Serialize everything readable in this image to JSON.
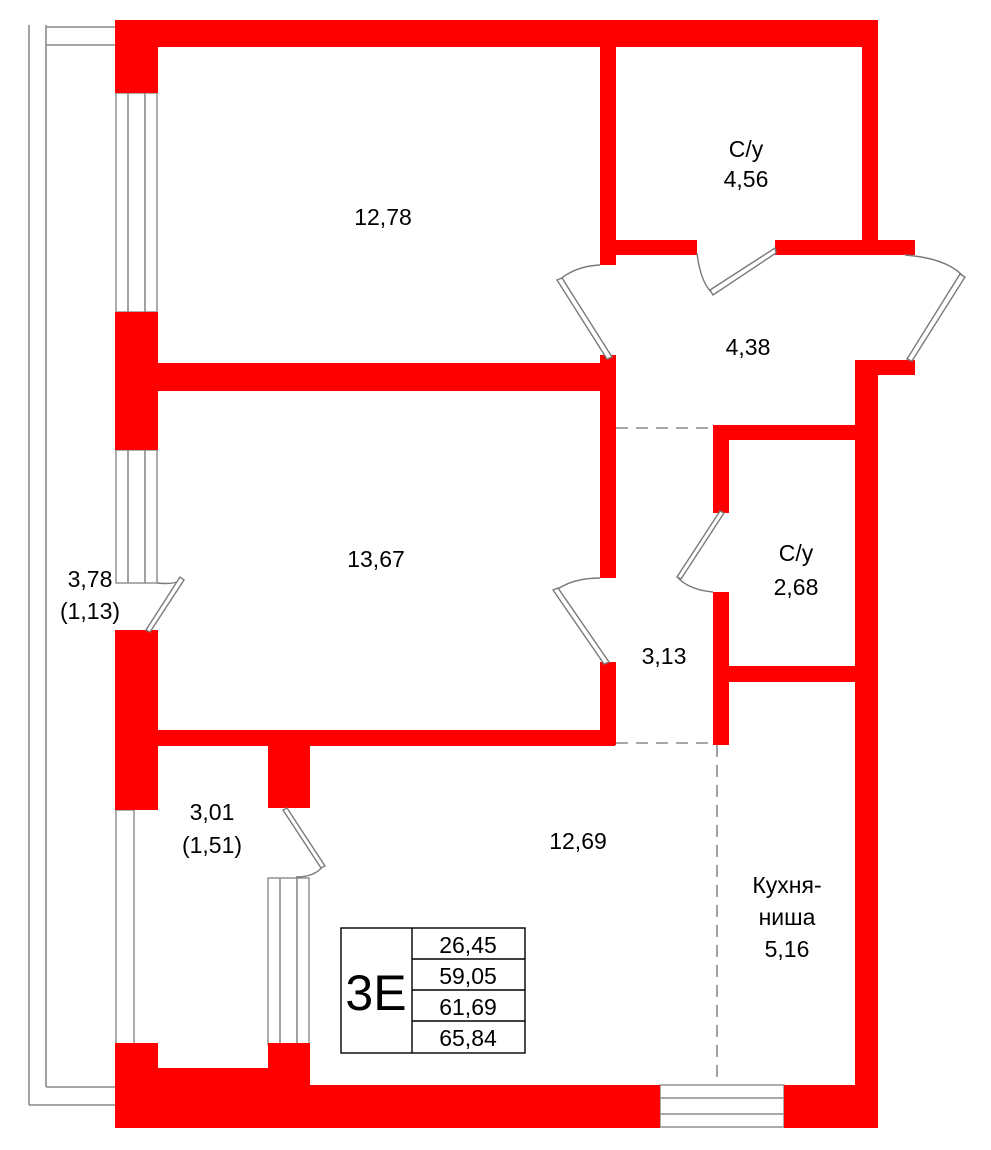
{
  "plan": {
    "unit_code": "3E",
    "summary_areas": [
      "26,45",
      "59,05",
      "61,69",
      "65,84"
    ],
    "colors": {
      "walls": "#ff0000",
      "lines": "#8a8a8a",
      "text": "#000000",
      "background": "#ffffff"
    }
  },
  "rooms": {
    "bedroom_top": {
      "area": "12,78"
    },
    "bathroom_top": {
      "name": "С/у",
      "area": "4,56"
    },
    "hall_top": {
      "area": "4,38"
    },
    "bedroom_middle": {
      "area": "13,67"
    },
    "bathroom_small": {
      "name": "С/у",
      "area": "2,68"
    },
    "corridor": {
      "area": "3,13"
    },
    "living": {
      "area": "12,69"
    },
    "kitchen": {
      "name_line1": "Кухня-",
      "name_line2": "ниша",
      "area": "5,16"
    },
    "balcony_long": {
      "area": "3,78",
      "area_reduced": "(1,13)"
    },
    "loggia_small": {
      "area": "3,01",
      "area_reduced": "(1,51)"
    }
  }
}
